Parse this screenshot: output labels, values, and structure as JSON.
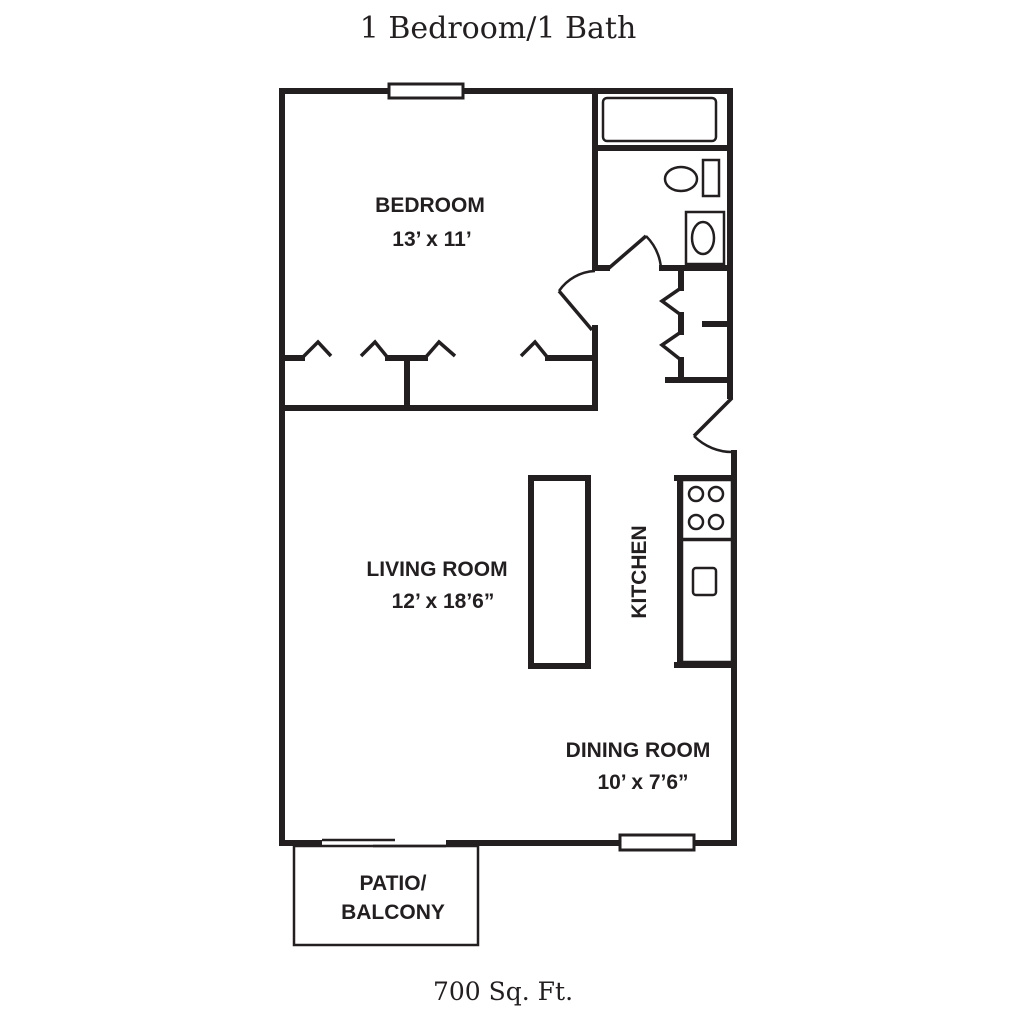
{
  "plan": {
    "title": "1 Bedroom/1 Bath",
    "area": "700 Sq. Ft."
  },
  "rooms": {
    "bedroom": {
      "name": "BEDROOM",
      "size": "13’ x 11’"
    },
    "living": {
      "name": "LIVING ROOM",
      "size": "12’ x 18’6”"
    },
    "kitchen": {
      "name": "KITCHEN"
    },
    "dining": {
      "name": "DINING ROOM",
      "size": "10’ x 7’6”"
    },
    "patio": {
      "line1": "PATIO/",
      "line2": "BALCONY"
    }
  }
}
